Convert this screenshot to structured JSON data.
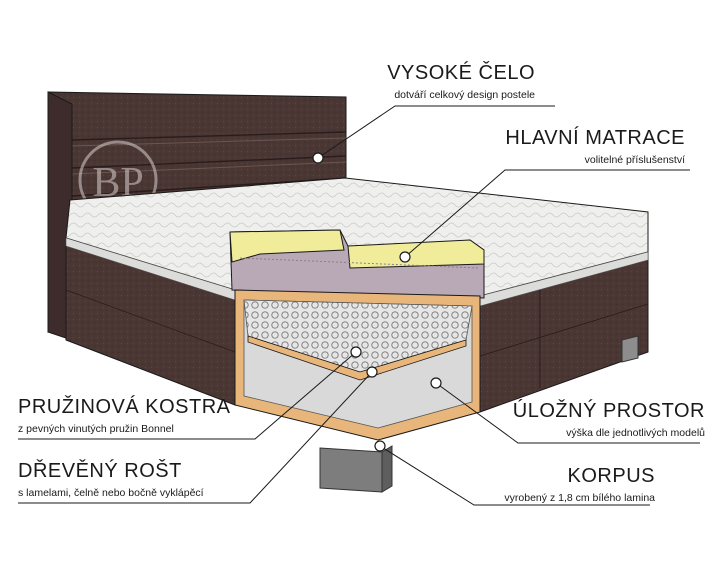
{
  "callouts": {
    "headboard": {
      "title": "VYSOKÉ ČELO",
      "subtitle": "dotváří celkový design postele"
    },
    "mattress": {
      "title": "HLAVNÍ MATRACE",
      "subtitle": "volitelné příslušenství"
    },
    "springs": {
      "title": "PRUŽINOVÁ KOSTRA",
      "subtitle": "z pevných vinutých pružin Bonnel"
    },
    "storage": {
      "title": "ÚLOŽNÝ PROSTOR",
      "subtitle": "výška dle jednotlivých modelů"
    },
    "slats": {
      "title": "DŘEVĚNÝ ROŠT",
      "subtitle": "s lamelami, čelně nebo bočně vyklápěcí"
    },
    "frame": {
      "title": "KORPUS",
      "subtitle": "vyrobený z 1,8 cm bílého lamina"
    }
  },
  "logo": {
    "letters": "BP"
  },
  "colors": {
    "upholstery": "#4a3633",
    "upholstery_dark": "#36262a",
    "mattress_white": "#eeeeec",
    "foam_yellow": "#f1ec9a",
    "foam_lilac": "#b9a8b6",
    "wood": "#e8b57a",
    "storage_grey": "#d9d9d9",
    "leg": "#7d7d7d",
    "line": "#1a1a1a"
  }
}
